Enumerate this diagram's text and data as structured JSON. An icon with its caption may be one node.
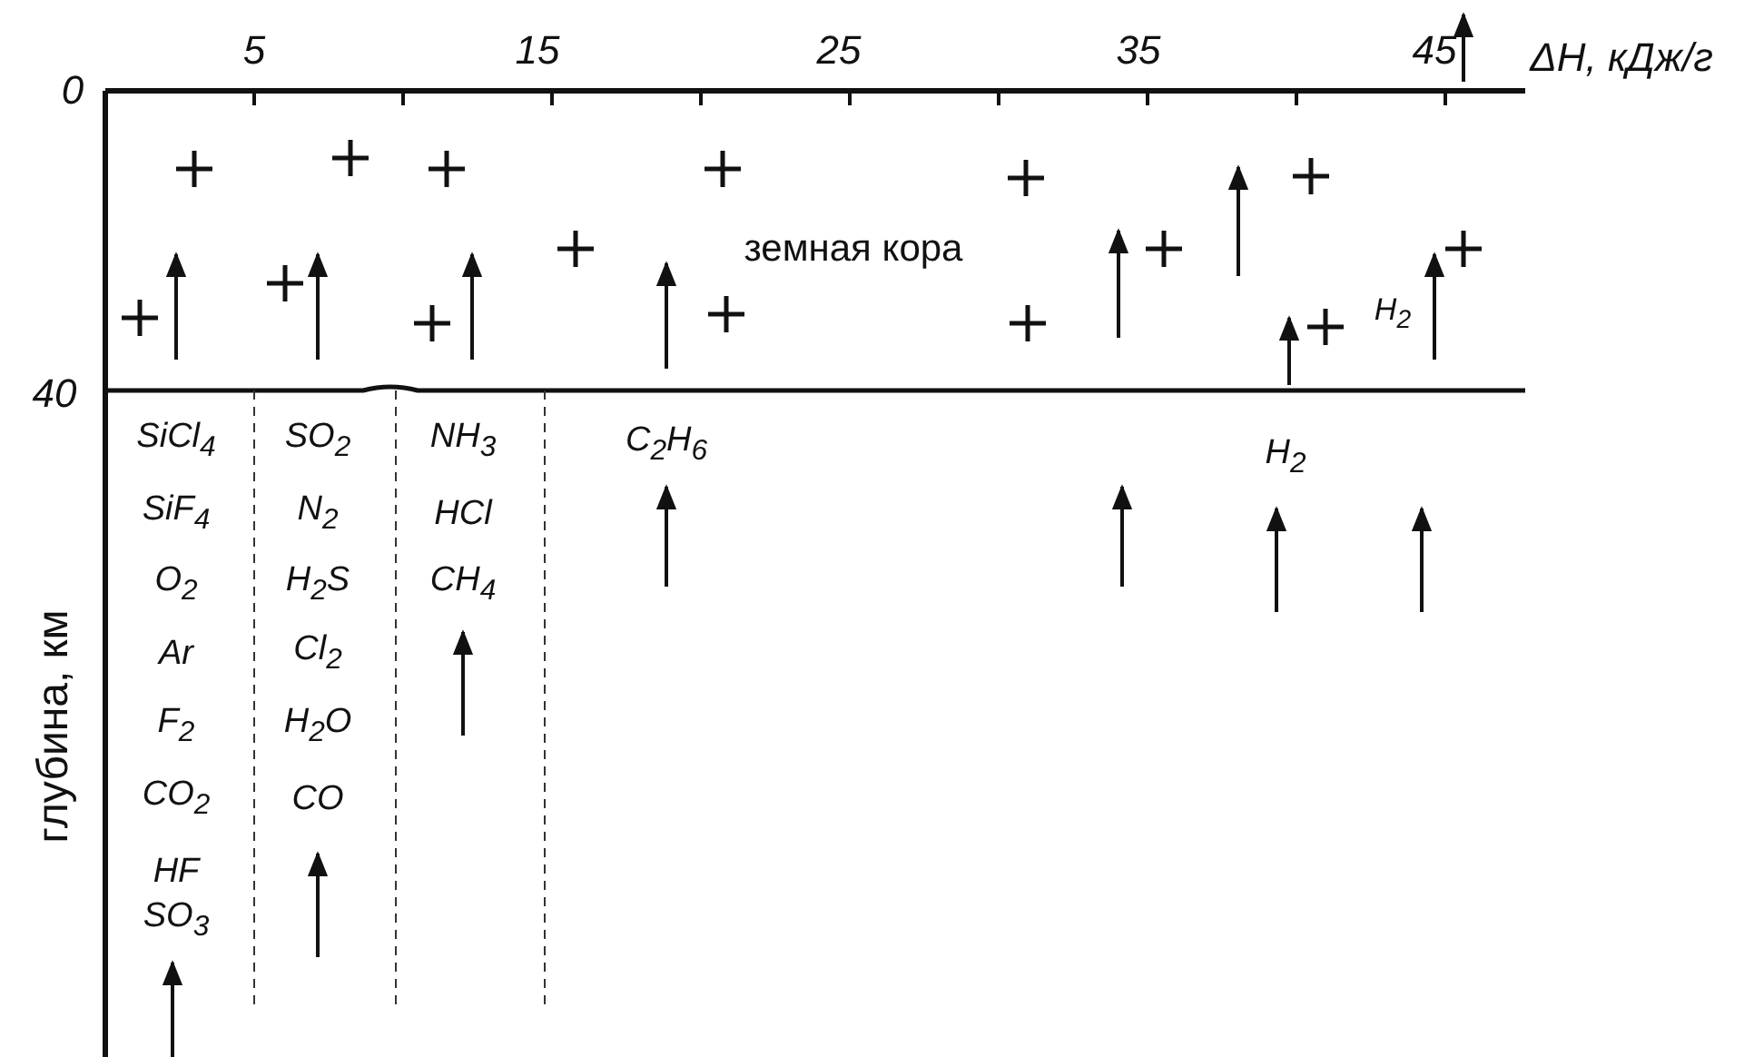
{
  "diagram": {
    "labels": [
      "0",
      "5",
      "15",
      "25",
      "35",
      "45",
      "ΔH, кДж/г",
      "земная кора",
      "H$_{2}$",
      "40",
      "глубина, км",
      "SiCl$_{4}$",
      "SO$_{2}$",
      "NH$_{3}$",
      "C$_{2}$H$_{6}$",
      "H$_{2}$",
      "SiF$_{4}$",
      "N$_{2}$",
      "HCl",
      "O$_{2}$",
      "H$_{2}$S",
      "CH$_{4}$",
      "Ar",
      "Cl$_{2}$",
      "F$_{2}$",
      "H$_{2}$O",
      "CO$_{2}$",
      "CO",
      "HF",
      "SO$_{3}$"
    ]
  }
}
